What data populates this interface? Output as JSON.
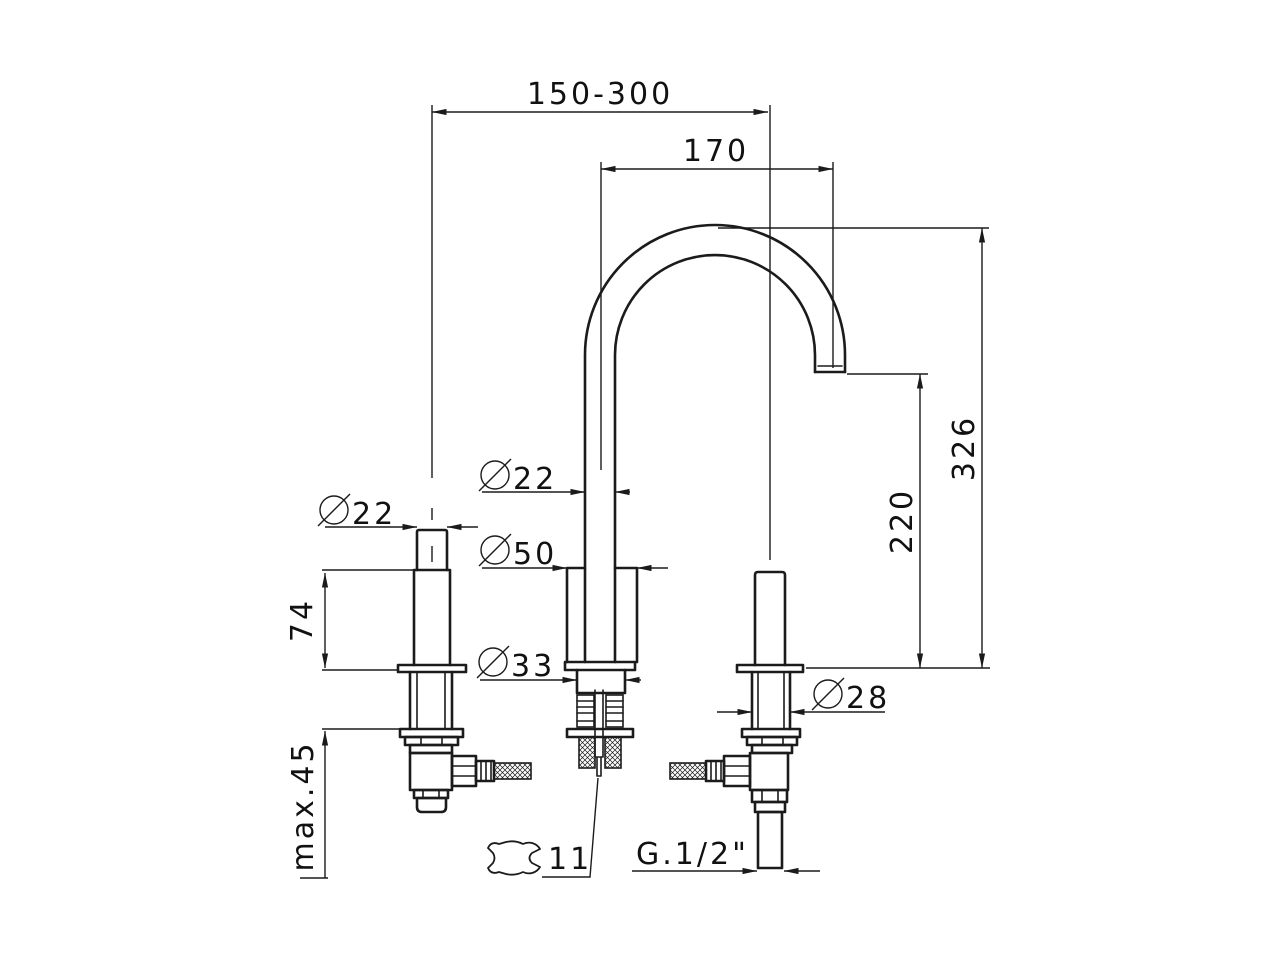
{
  "drawing": {
    "title": "3-hole basin mixer installation drawing",
    "colors": {
      "line": "#1b1b1b",
      "background": "#ffffff"
    },
    "dimensions": {
      "center_distance": "150-300",
      "spout_reach": "170",
      "overall_height": "326",
      "outlet_height": "220",
      "handle_diameter": "22",
      "spout_diameter": "22",
      "base_diameter": "50",
      "base_lower_diameter": "33",
      "handle_shank_diameter": "28",
      "handle_height": "74",
      "max_deck_thickness": "max.45",
      "wrench_size": "11",
      "inlet_thread": "G.1/2\""
    }
  }
}
